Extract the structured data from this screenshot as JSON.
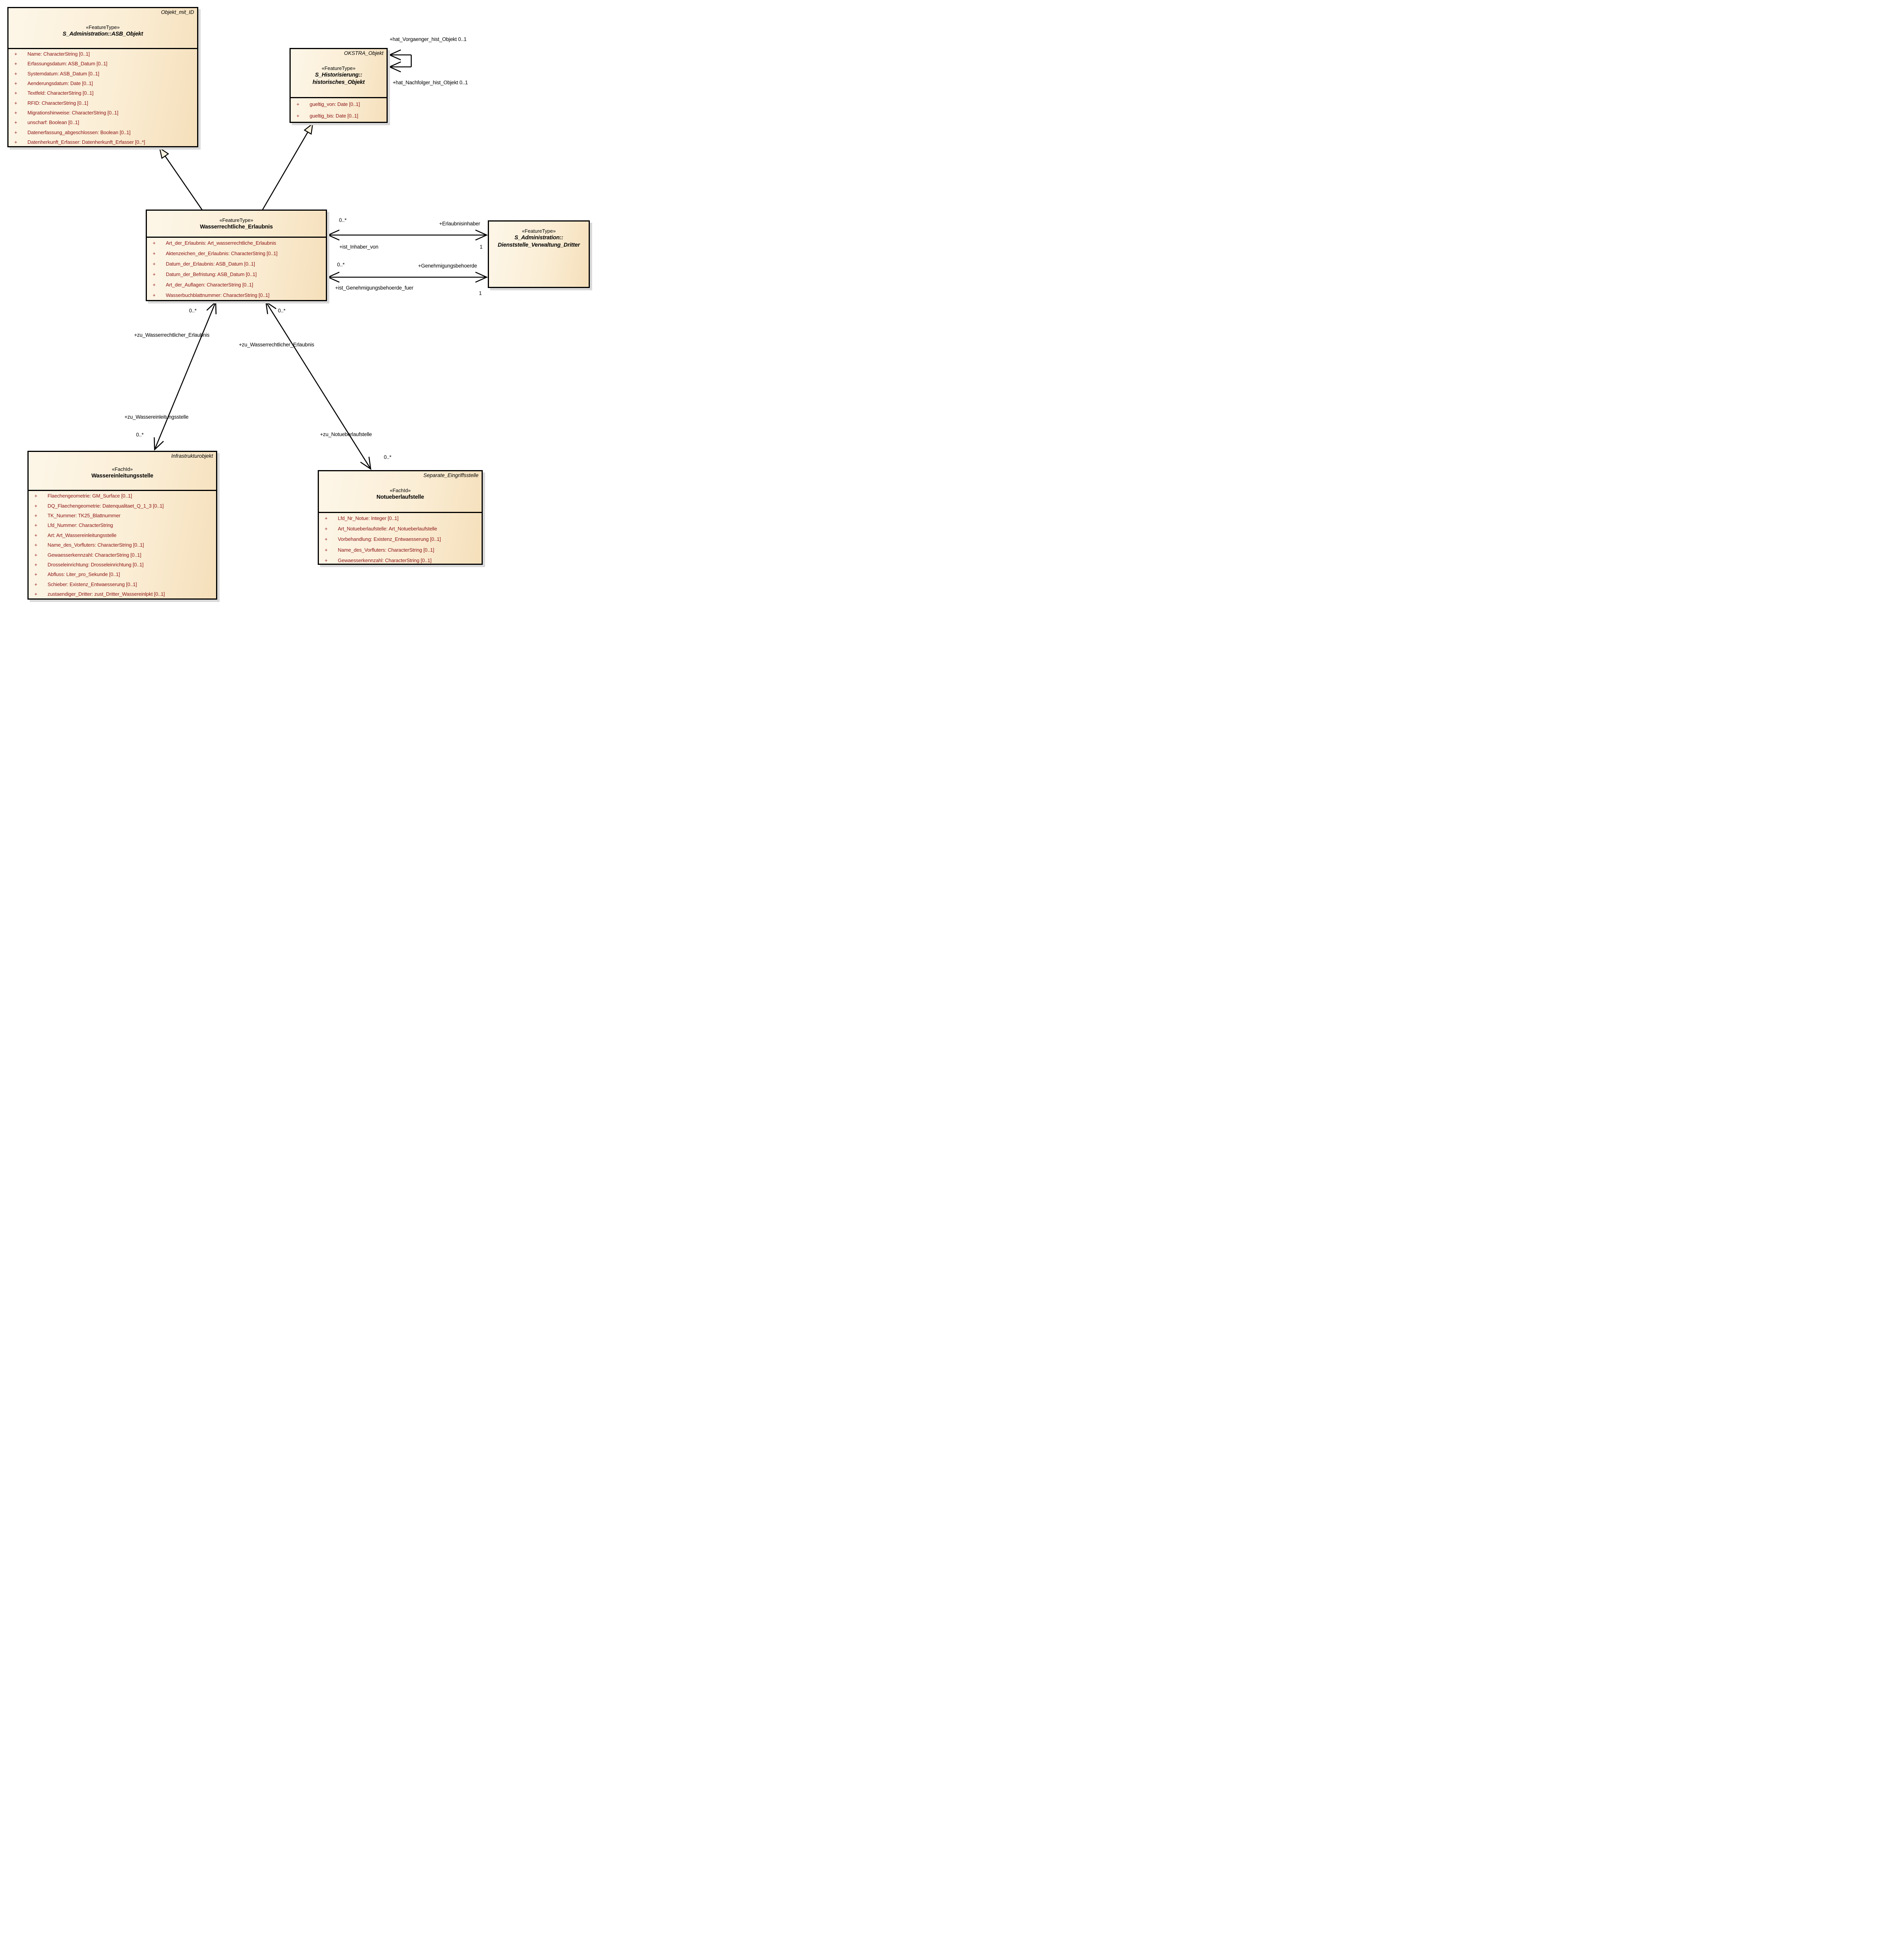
{
  "colors": {
    "background": "#ffffff",
    "box_fill_left": "#fdf6e8",
    "box_fill_right": "#f5dfba",
    "box_border": "#000000",
    "attribute_text": "#8b1414",
    "connector": "#000000",
    "label_text": "#000000",
    "shadow": "#d9d9d9"
  },
  "classes": [
    {
      "id": "asb_objekt",
      "corner_label": "Objekt_mit_ID",
      "stereotype": "«FeatureType»",
      "name_lines": [
        "S_Administration::ASB_Objekt"
      ],
      "visibility": "+",
      "attributes": [
        "Name: CharacterString [0..1]",
        "Erfassungsdatum: ASB_Datum [0..1]",
        "Systemdatum: ASB_Datum [0..1]",
        "Aenderungsdatum: Date [0..1]",
        "Textfeld: CharacterString [0..1]",
        "RFID: CharacterString [0..1]",
        "Migrationshinweise: CharacterString [0..1]",
        "unscharf: Boolean [0..1]",
        "Datenerfassung_abgeschlossen: Boolean [0..1]",
        "Datenherkunft_Erfasser: Datenherkunft_Erfasser [0..*]"
      ]
    },
    {
      "id": "historisches_objekt",
      "corner_label": "OKSTRA_Objekt",
      "stereotype": "«FeatureType»",
      "name_lines": [
        "S_Historisierung::",
        "historisches_Objekt"
      ],
      "visibility": "+",
      "attributes": [
        "gueltig_von: Date [0..1]",
        "gueltig_bis: Date [0..1]"
      ]
    },
    {
      "id": "wasserrechtliche_erlaubnis",
      "corner_label": "",
      "stereotype": "«FeatureType»",
      "name_lines": [
        "Wasserrechtliche_Erlaubnis"
      ],
      "visibility": "+",
      "attributes": [
        "Art_der_Erlaubnis: Art_wasserrechtliche_Erlaubnis",
        "Aktenzeichen_der_Erlaubnis: CharacterString [0..1]",
        "Datum_der_Erlaubnis: ASB_Datum [0..1]",
        "Datum_der_Befristung: ASB_Datum [0..1]",
        "Art_der_Auflagen: CharacterString [0..1]",
        "Wasserbuchblattnummer: CharacterString [0..1]"
      ]
    },
    {
      "id": "dienststelle_verwaltung_dritter",
      "corner_label": "",
      "stereotype": "«FeatureType»",
      "name_lines": [
        "S_Administration::",
        "Dienststelle_Verwaltung_Dritter"
      ],
      "visibility": "+",
      "attributes": []
    },
    {
      "id": "wassereinleitungsstelle",
      "corner_label": "Infrastrukturobjekt",
      "stereotype": "«FachId»",
      "name_lines": [
        "Wassereinleitungsstelle"
      ],
      "visibility": "+",
      "attributes": [
        "Flaechengeometrie: GM_Surface [0..1]",
        "DQ_Flaechengeometrie: Datenqualitaet_Q_1_3 [0..1]",
        "TK_Nummer: TK25_Blattnummer",
        "Lfd_Nummer: CharacterString",
        "Art: Art_Wassereinleitungsstelle",
        "Name_des_Vorfluters: CharacterString [0..1]",
        "Gewaesserkennzahl: CharacterString [0..1]",
        "Drosseleinrichtung: Drosseleinrichtung [0..1]",
        "Abfluss: Liter_pro_Sekunde [0..1]",
        "Schieber: Existenz_Entwaesserung [0..1]",
        "zustaendiger_Dritter: zust_Dritter_Wassereinlpkt [0..1]"
      ]
    },
    {
      "id": "notueberlaufstelle",
      "corner_label": "Separate_Eingriffsstelle",
      "stereotype": "«FachId»",
      "name_lines": [
        "Notueberlaufstelle"
      ],
      "visibility": "+",
      "attributes": [
        "Lfd_Nr_Notue: Integer [0..1]",
        "Art_Notueberlaufstelle: Art_Notueberlaufstelle",
        "Vorbehandlung: Existenz_Entwaesserung [0..1]",
        "Name_des_Vorfluters: CharacterString [0..1]",
        "Gewaesserkennzahl: CharacterString [0..1]"
      ]
    }
  ],
  "associations": {
    "self_historisierung": {
      "role_vorgaenger": "+hat_Vorgaenger_hist_Objekt 0..1",
      "role_nachfolger": "+hat_Nachfolger_hist_Objekt 0..1"
    },
    "erlaubnisinhaber": {
      "mult_source": "0..*",
      "role_target": "+Erlaubnisinhaber",
      "role_source": "+ist_Inhaber_von",
      "mult_target": "1"
    },
    "genehmigungsbehoerde": {
      "mult_source": "0..*",
      "role_target": "+Genehmigungsbehoerde",
      "role_source": "+ist_Genehmigungsbehoerde_fuer",
      "mult_target": "1"
    },
    "wassereinleitung": {
      "mult_erlaubnis": "0..*",
      "role_erlaubnis": "+zu_Wasserrechtlicher_Erlaubnis",
      "role_stelle": "+zu_Wassereinleitungsstelle",
      "mult_stelle": "0..*"
    },
    "notueberlauf": {
      "mult_erlaubnis": "0..*",
      "role_erlaubnis": "+zu_Wasserrechtlicher_Erlaubnis",
      "role_stelle": "+zu_Notueberlaufstelle",
      "mult_stelle": "0..*"
    }
  }
}
